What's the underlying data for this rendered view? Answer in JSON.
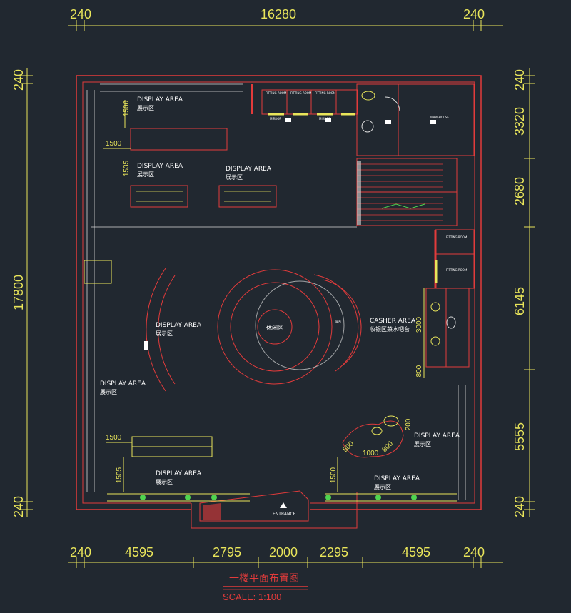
{
  "dimensions": {
    "top": [
      "240",
      "16280",
      "240"
    ],
    "bottom": [
      "240",
      "4595",
      "2795",
      "2000",
      "2295",
      "4595",
      "240"
    ],
    "left": [
      "240",
      "17800",
      "240"
    ],
    "right": [
      "240",
      "3320",
      "2680",
      "6145",
      "5555",
      "240"
    ]
  },
  "areas": [
    {
      "en": "DISPLAY AREA",
      "cn": "展示区"
    },
    {
      "en": "DISPLAY AREA",
      "cn": "展示区"
    },
    {
      "en": "DISPLAY AREA",
      "cn": "展示区"
    },
    {
      "en": "DISPLAY AREA",
      "cn": "展示区"
    },
    {
      "en": "DISPLAY AREA",
      "cn": "展示区"
    },
    {
      "en": "DISPLAY AREA",
      "cn": "展示区"
    },
    {
      "en": "DISPLAY AREA",
      "cn": "展示区"
    },
    {
      "en": "DISPLAY AREA",
      "cn": "展示区"
    }
  ],
  "cashier": {
    "en": "CASHER AREA",
    "cn": "收银区兼水吧台"
  },
  "lounge": "休闲区",
  "stage": "展台",
  "entrance": "ENTRANCE",
  "rooms": {
    "fitting": "FITTING ROOM",
    "mirror": "MIRROR",
    "warehouse": "WAREHOUSE"
  },
  "inner_dims": {
    "d1500a": "1500",
    "d1500b": "1500",
    "d1535": "1535",
    "d1500c": "1500",
    "d1505": "1505",
    "d1500d": "1500",
    "d3000": "3000",
    "d800": "800",
    "d1000": "1000",
    "d800b": "800",
    "d800c": "800",
    "d200": "200"
  },
  "title": "一楼平面布置图",
  "scale": "SCALE:   1:100",
  "colors": {
    "background": "#212830",
    "walls": "#e23b3b",
    "dims": "#e9e55a",
    "text": "#ffffff",
    "plants": "#4fd44f"
  }
}
